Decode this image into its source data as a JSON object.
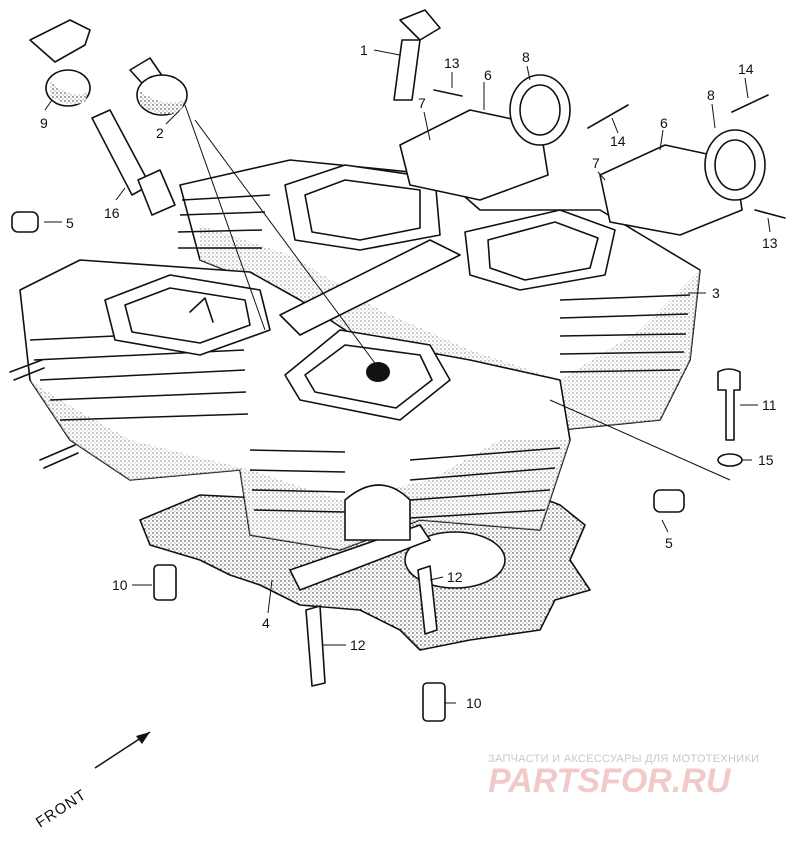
{
  "diagram": {
    "callouts": [
      {
        "id": "c1",
        "label": "1"
      },
      {
        "id": "c2",
        "label": "2"
      },
      {
        "id": "c3",
        "label": "3"
      },
      {
        "id": "c4",
        "label": "4"
      },
      {
        "id": "c5a",
        "label": "5"
      },
      {
        "id": "c5b",
        "label": "5"
      },
      {
        "id": "c6a",
        "label": "6"
      },
      {
        "id": "c6b",
        "label": "6"
      },
      {
        "id": "c7a",
        "label": "7"
      },
      {
        "id": "c7b",
        "label": "7"
      },
      {
        "id": "c8a",
        "label": "8"
      },
      {
        "id": "c8b",
        "label": "8"
      },
      {
        "id": "c9",
        "label": "9"
      },
      {
        "id": "c10a",
        "label": "10"
      },
      {
        "id": "c10b",
        "label": "10"
      },
      {
        "id": "c11",
        "label": "11"
      },
      {
        "id": "c12a",
        "label": "12"
      },
      {
        "id": "c12b",
        "label": "12"
      },
      {
        "id": "c13a",
        "label": "13"
      },
      {
        "id": "c13b",
        "label": "13"
      },
      {
        "id": "c14a",
        "label": "14"
      },
      {
        "id": "c14b",
        "label": "14"
      },
      {
        "id": "c15",
        "label": "15"
      },
      {
        "id": "c16",
        "label": "16"
      }
    ],
    "direction_label": "FRONT"
  },
  "watermark": {
    "tagline": "ЗАПЧАСТИ И АКСЕССУАРЫ ДЛЯ МОТОТЕХНИКИ",
    "brand": "PARTSFOR.RU",
    "color": "#e06060"
  }
}
